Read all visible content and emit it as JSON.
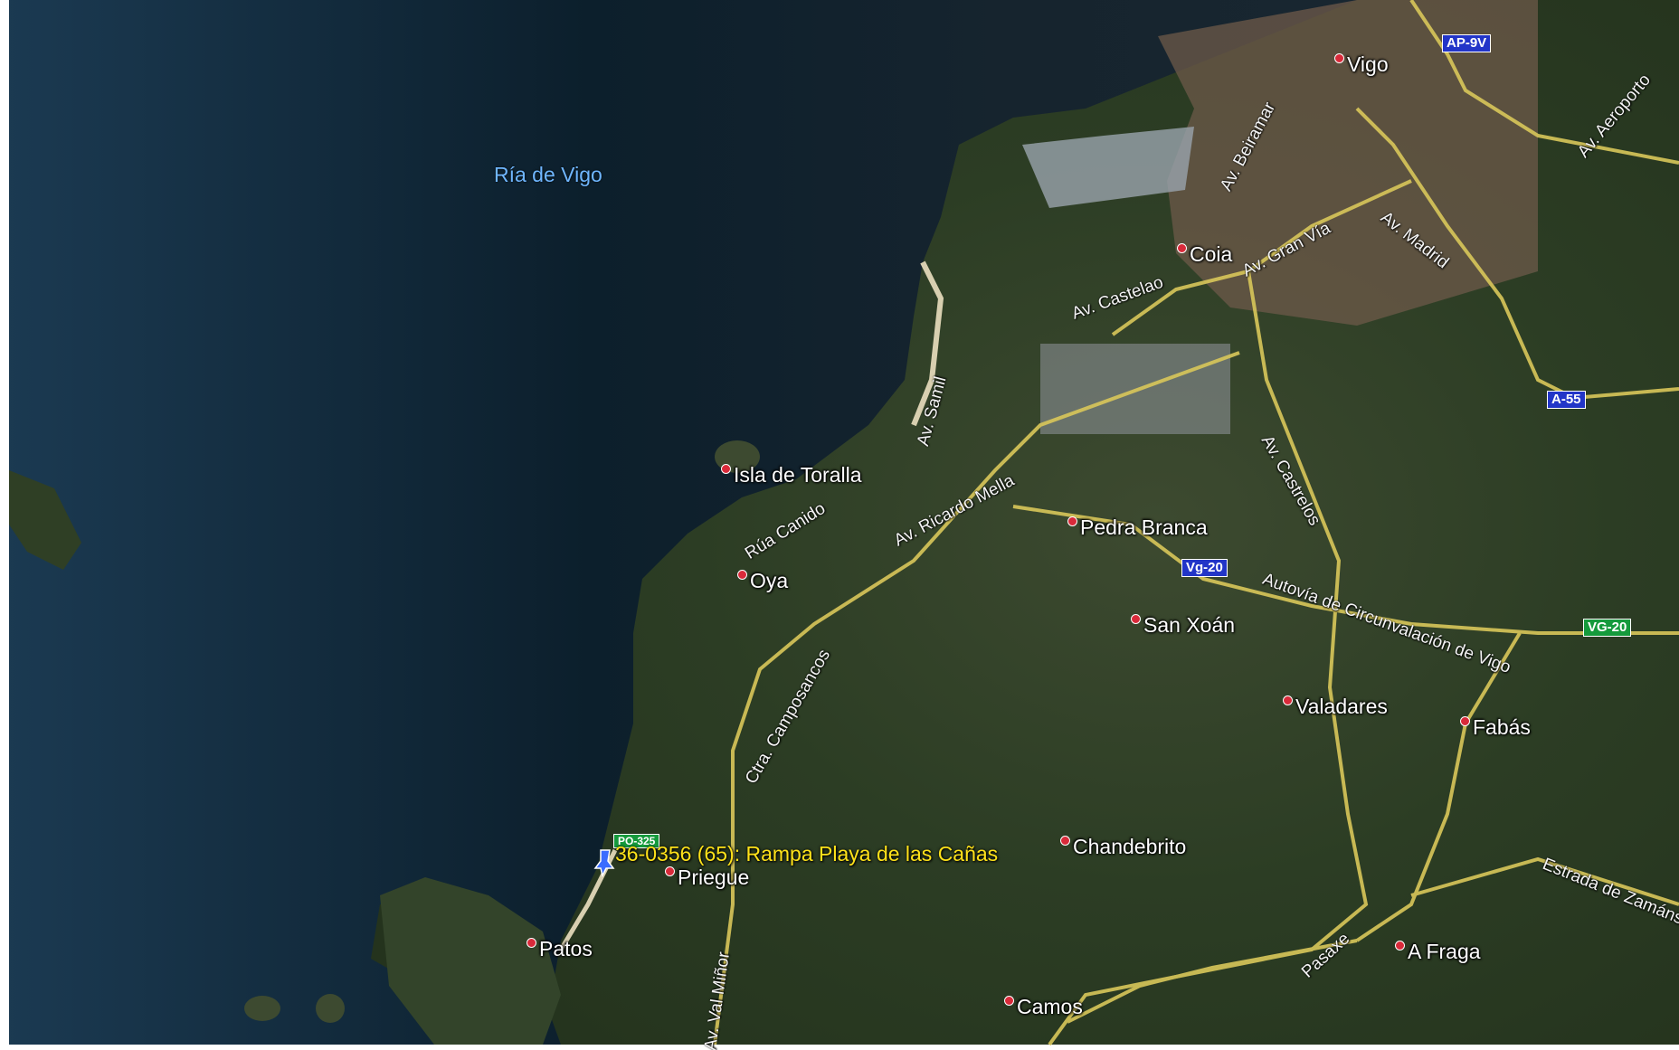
{
  "water_label": "Ría de Vigo",
  "places": [
    {
      "key": "vigo",
      "label": "Vigo"
    },
    {
      "key": "coia",
      "label": "Coia"
    },
    {
      "key": "isla",
      "label": "Isla de Toralla"
    },
    {
      "key": "oya",
      "label": "Oya"
    },
    {
      "key": "pedra",
      "label": "Pedra Branca"
    },
    {
      "key": "sanxoan",
      "label": "San Xoán"
    },
    {
      "key": "valadares",
      "label": "Valadares"
    },
    {
      "key": "fabas",
      "label": "Fabás"
    },
    {
      "key": "chandebrito",
      "label": "Chandebrito"
    },
    {
      "key": "priegue",
      "label": "Priegue"
    },
    {
      "key": "patos",
      "label": "Patos"
    },
    {
      "key": "afraga",
      "label": "A Fraga"
    },
    {
      "key": "camos",
      "label": "Camos"
    }
  ],
  "roads": [
    "Av. Beiramar",
    "Av. Gran Vía",
    "Av. Madrid",
    "Av. Aeroporto",
    "Av. Castelao",
    "Av. Samil",
    "Av. Ricardo Mella",
    "Rúa Canido",
    "Av. Castrelos",
    "Autovía de Circunvalación de Vigo",
    "Ctra. Camposancos",
    "Estrada de Zamáns",
    "Av. Val Miñor",
    "Pasaxe"
  ],
  "shields": [
    {
      "label": "AP-9V",
      "color": "blue"
    },
    {
      "label": "A-55",
      "color": "blue"
    },
    {
      "label": "Vg-20",
      "color": "blue"
    },
    {
      "label": "VG-20",
      "color": "green"
    },
    {
      "label": "PO-325",
      "color": "green"
    }
  ],
  "pin_label": "36-0356 (65): Rampa Playa de las Cañas"
}
